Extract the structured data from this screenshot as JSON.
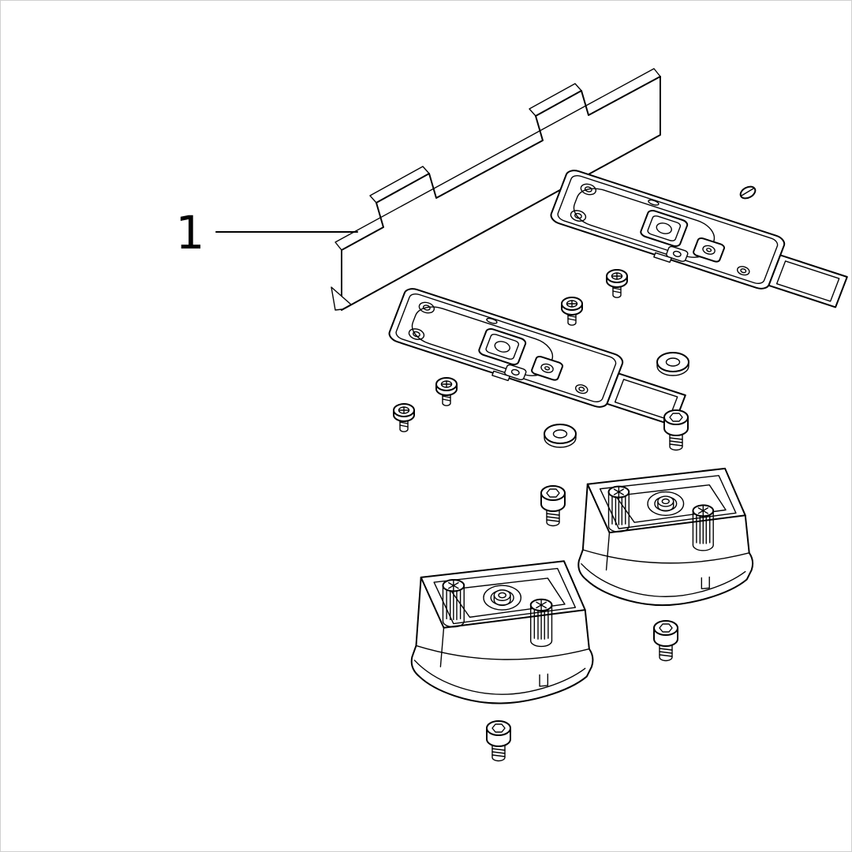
{
  "figure": {
    "kind": "exploded-parts-diagram",
    "callout": {
      "number": "1"
    },
    "colors": {
      "line": "#000000",
      "background": "#ffffff",
      "border": "#cfcfcf"
    },
    "parts": [
      {
        "name": "cover-panel",
        "qty": 1
      },
      {
        "name": "mounting-plate",
        "qty": 2
      },
      {
        "name": "pan-head-screw",
        "qty": 4
      },
      {
        "name": "washer",
        "qty": 2
      },
      {
        "name": "socket-head-bolt",
        "qty": 4
      },
      {
        "name": "spacer-foot",
        "qty": 2
      },
      {
        "name": "cap",
        "qty": 1
      }
    ]
  }
}
